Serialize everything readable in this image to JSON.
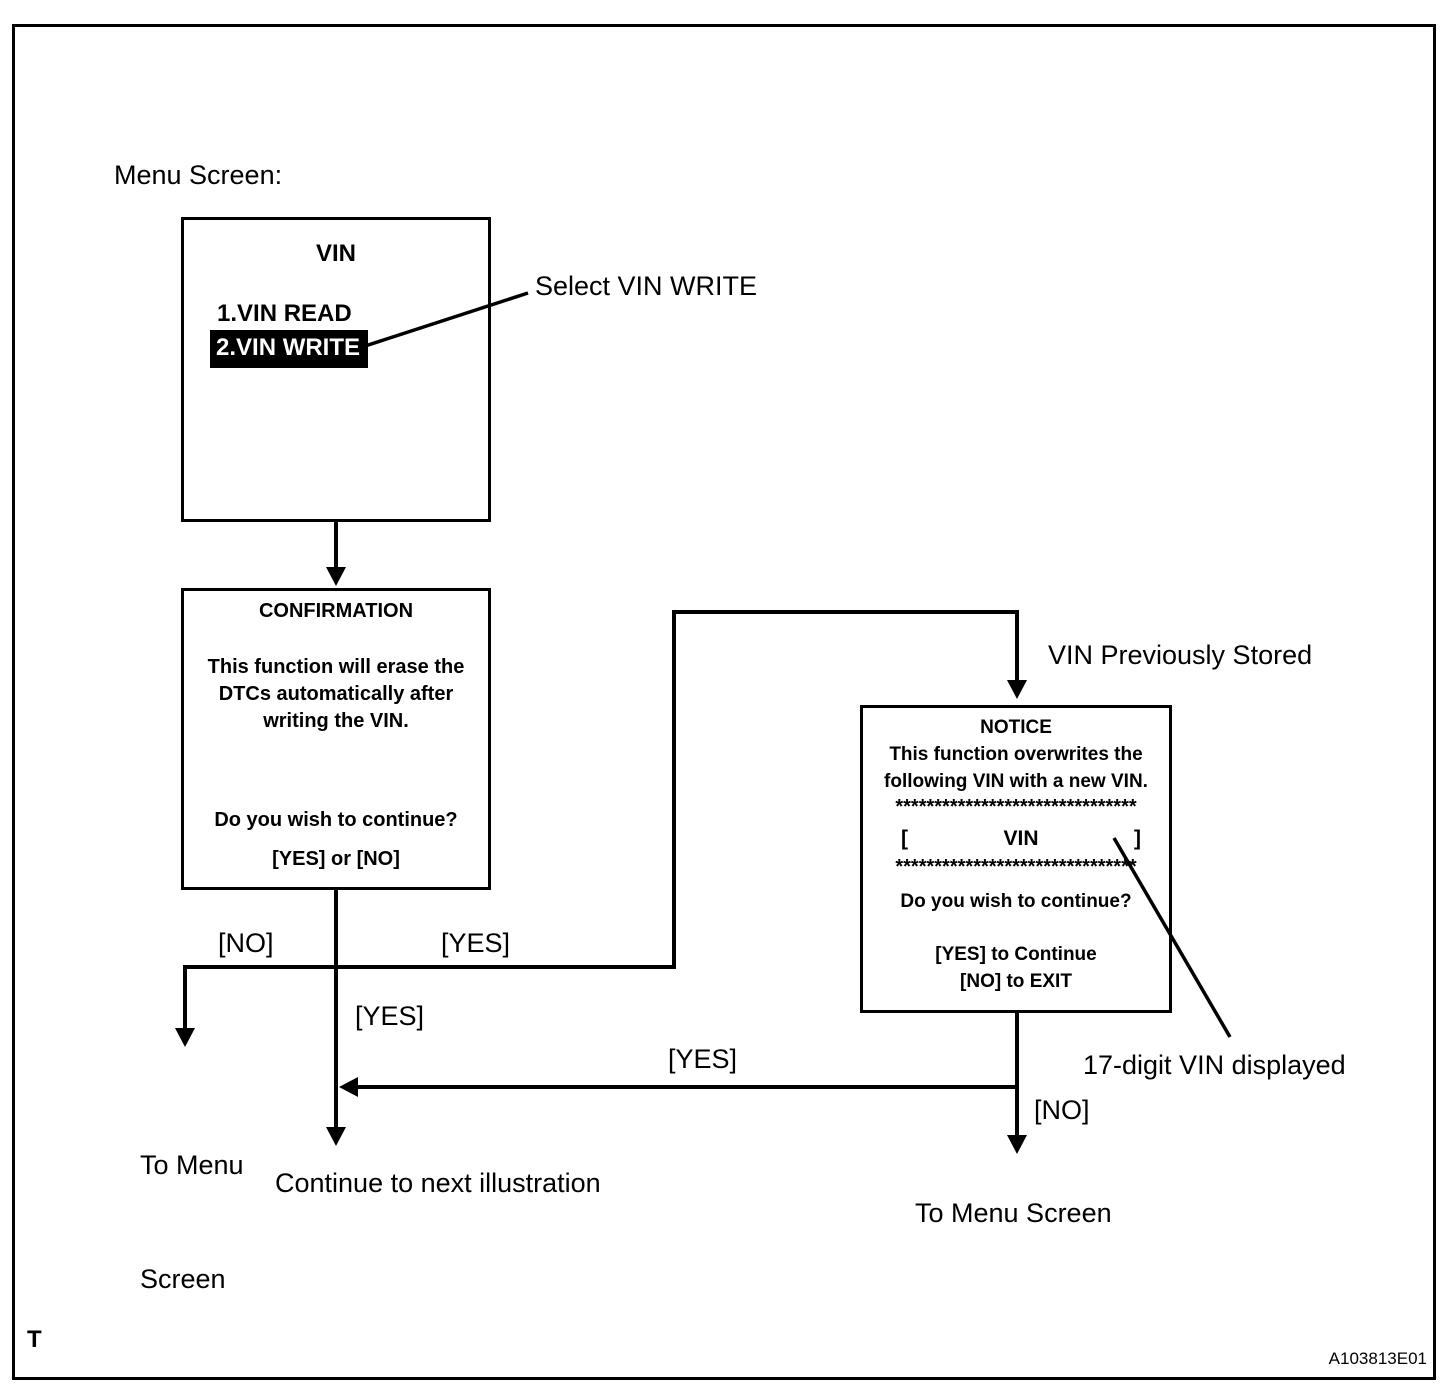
{
  "colors": {
    "ink": "#000000",
    "paper": "#ffffff"
  },
  "diagram": {
    "corner_mark": "T",
    "figure_code": "A103813E01",
    "menu_screen_label": "Menu Screen:",
    "menu_box": {
      "title": "VIN",
      "items": [
        {
          "label": "1.VIN READ",
          "highlighted": false
        },
        {
          "label": "2.VIN WRITE",
          "highlighted": true
        }
      ]
    },
    "callouts": {
      "select_vin_write": "Select VIN WRITE",
      "vin_previously_stored": "VIN Previously Stored",
      "seventeen_digit_vin": "17-digit VIN displayed"
    },
    "confirmation_box": {
      "title": "CONFIRMATION",
      "body_lines": [
        "This function will erase the",
        "DTCs automatically after",
        "writing the VIN."
      ],
      "question": "Do you wish to continue?",
      "options": "[YES] or [NO]"
    },
    "notice_box": {
      "title": "NOTICE",
      "body_lines": [
        "This function overwrites the",
        "following VIN with a new VIN."
      ],
      "asterisk_row": "*******************************",
      "vin_field": {
        "open_bracket": "[",
        "label": "VIN",
        "close_bracket": "]"
      },
      "question": "Do you wish to continue?",
      "yes_action": "[YES] to Continue",
      "no_action": "[NO] to EXIT"
    },
    "branch_labels": {
      "confirmation_no": "[NO]",
      "confirmation_yes": "[YES]",
      "center_yes": "[YES]",
      "notice_yes": "[YES]",
      "notice_no": "[NO]"
    },
    "destinations": {
      "to_menu_line1": "To Menu",
      "to_menu_line2": "Screen",
      "to_menu_screen": "To Menu Screen",
      "continue_next": "Continue to next illustration"
    }
  }
}
